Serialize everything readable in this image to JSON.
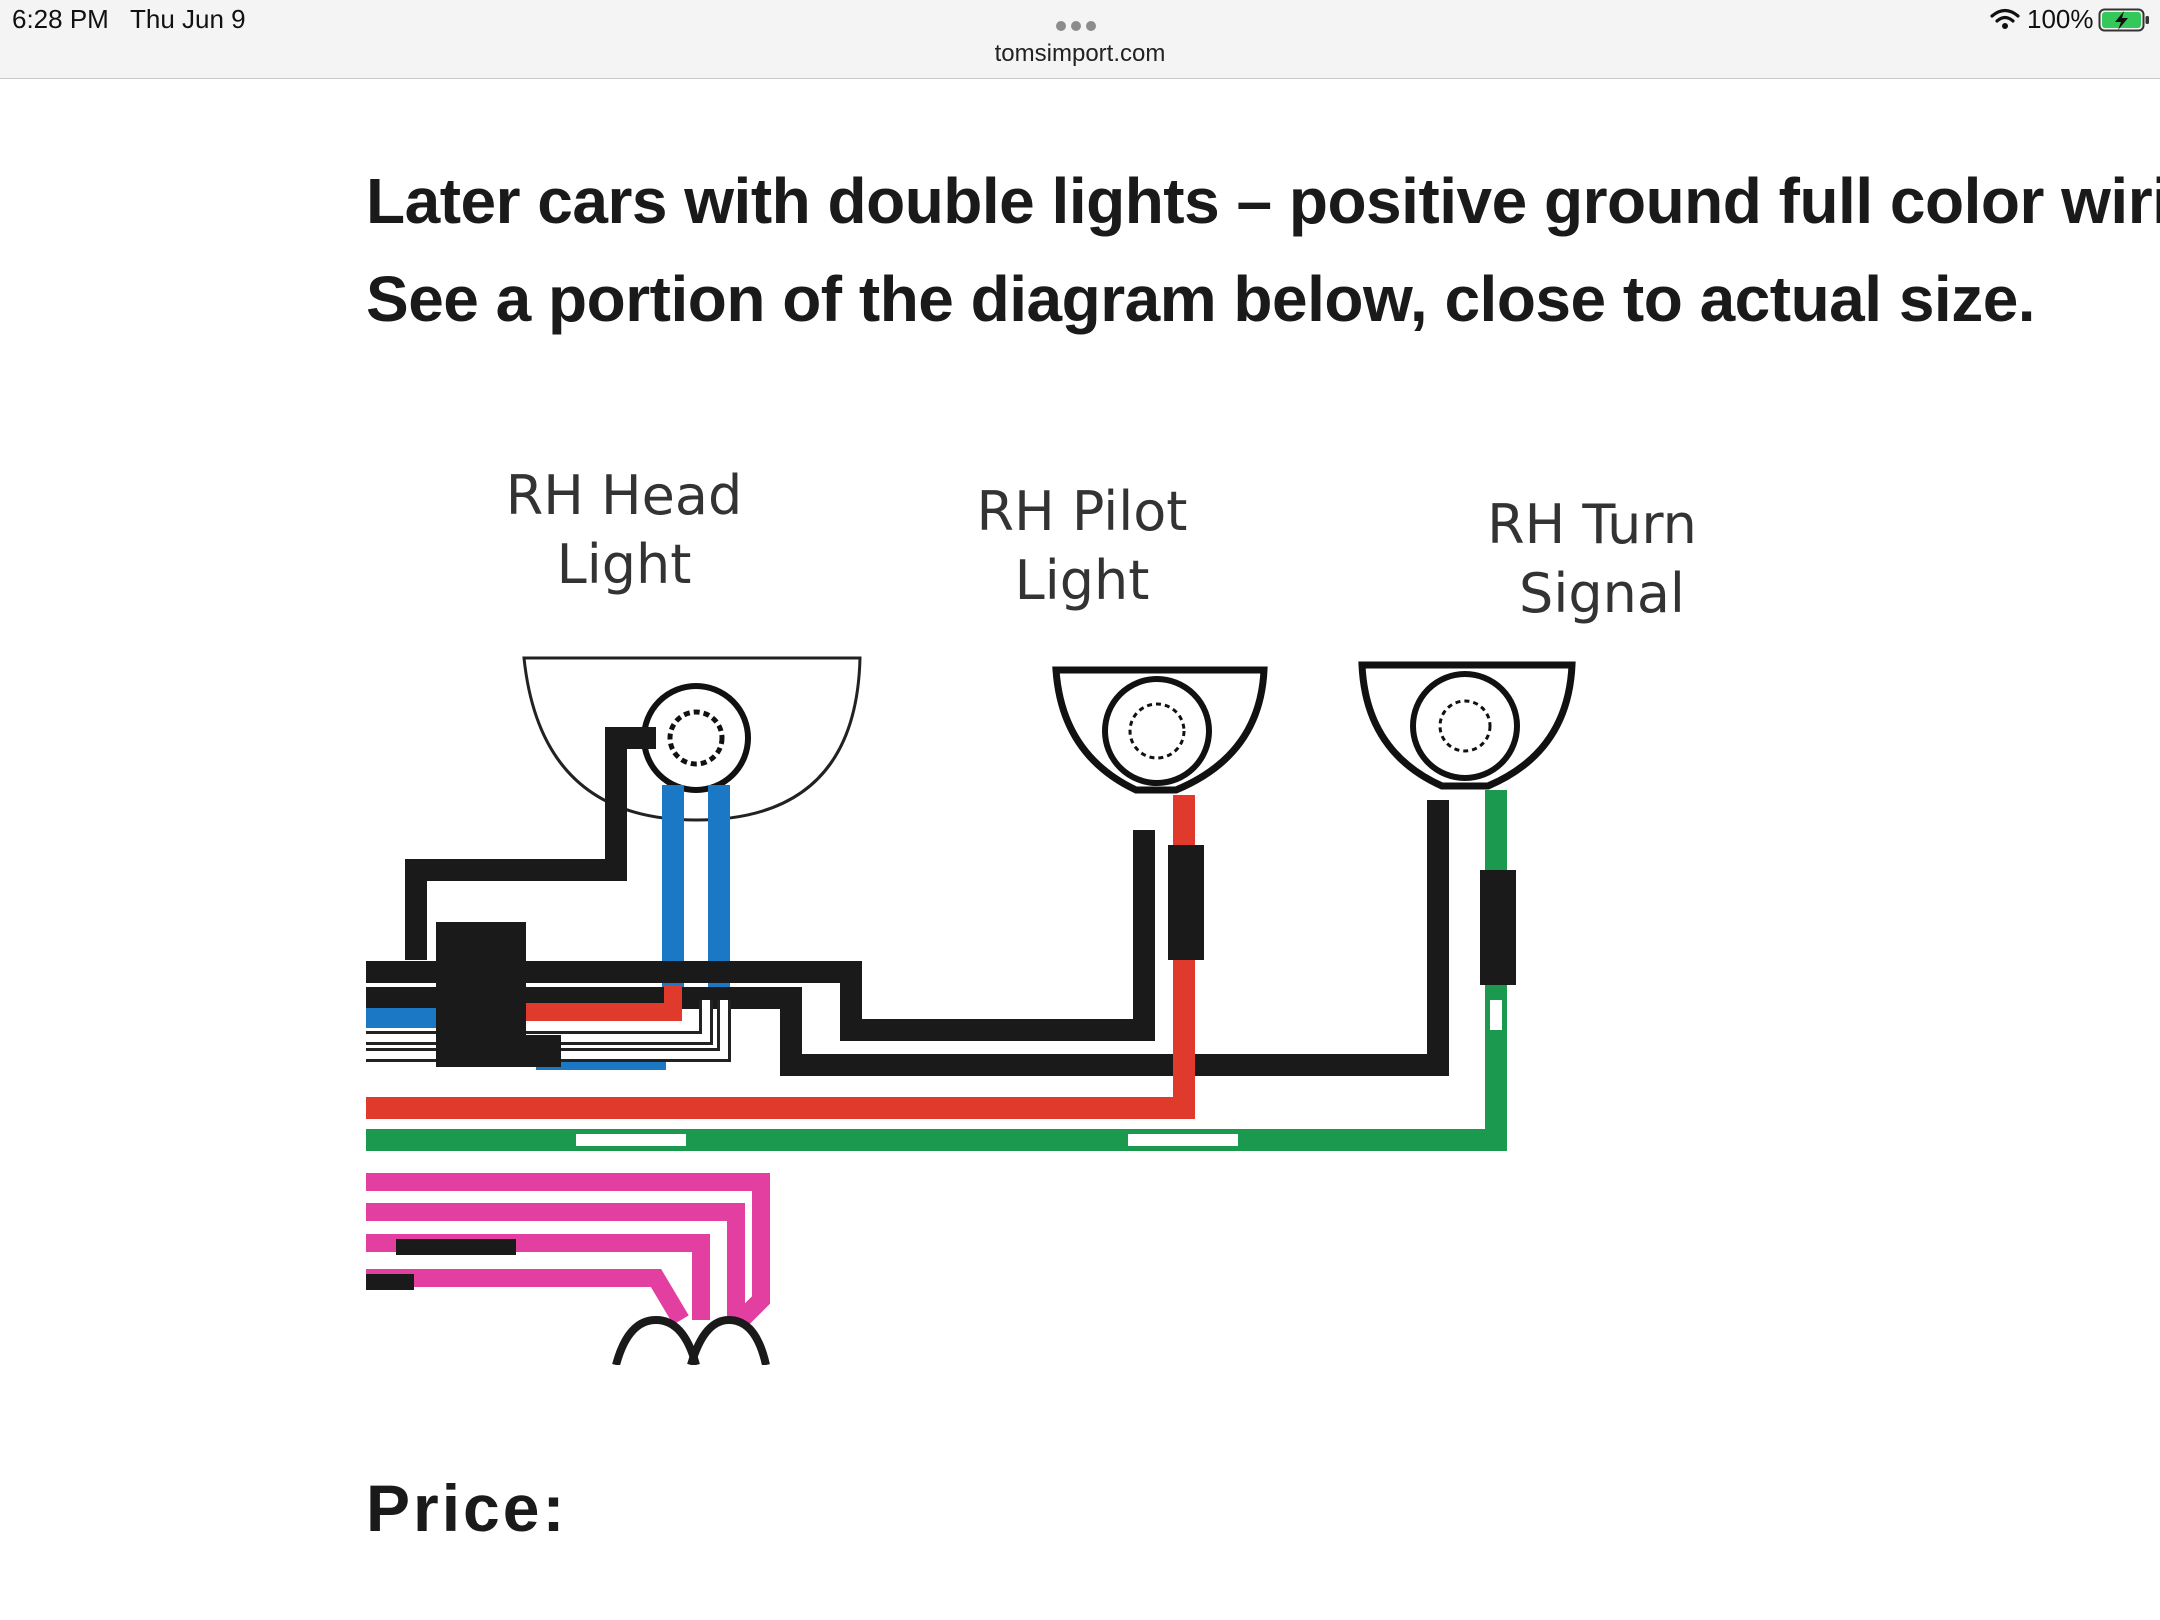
{
  "status_bar": {
    "time": "6:28 PM",
    "date": "Thu Jun 9",
    "battery": "100%"
  },
  "browser": {
    "url": "tomsimport.com"
  },
  "article": {
    "line1": "Later cars with double lights – positive ground full color wiring",
    "line2": "See a portion of the diagram below, close to actual size.",
    "price_label": "Price:"
  },
  "diagram": {
    "labels": {
      "head_1": "RH Head",
      "head_2": "Light",
      "pilot_1": "RH Pilot",
      "pilot_2": "Light",
      "turn_1": "RH Turn",
      "turn_2": "Signal"
    },
    "wire_colors": {
      "black": "#1a1a1a",
      "blue": "#1b78c4",
      "red": "#e03a2c",
      "green": "#1b9a4f",
      "pink": "#e23fa0"
    }
  },
  "icons": [
    "wifi-icon",
    "battery-charging-icon",
    "tab-dots-icon"
  ]
}
